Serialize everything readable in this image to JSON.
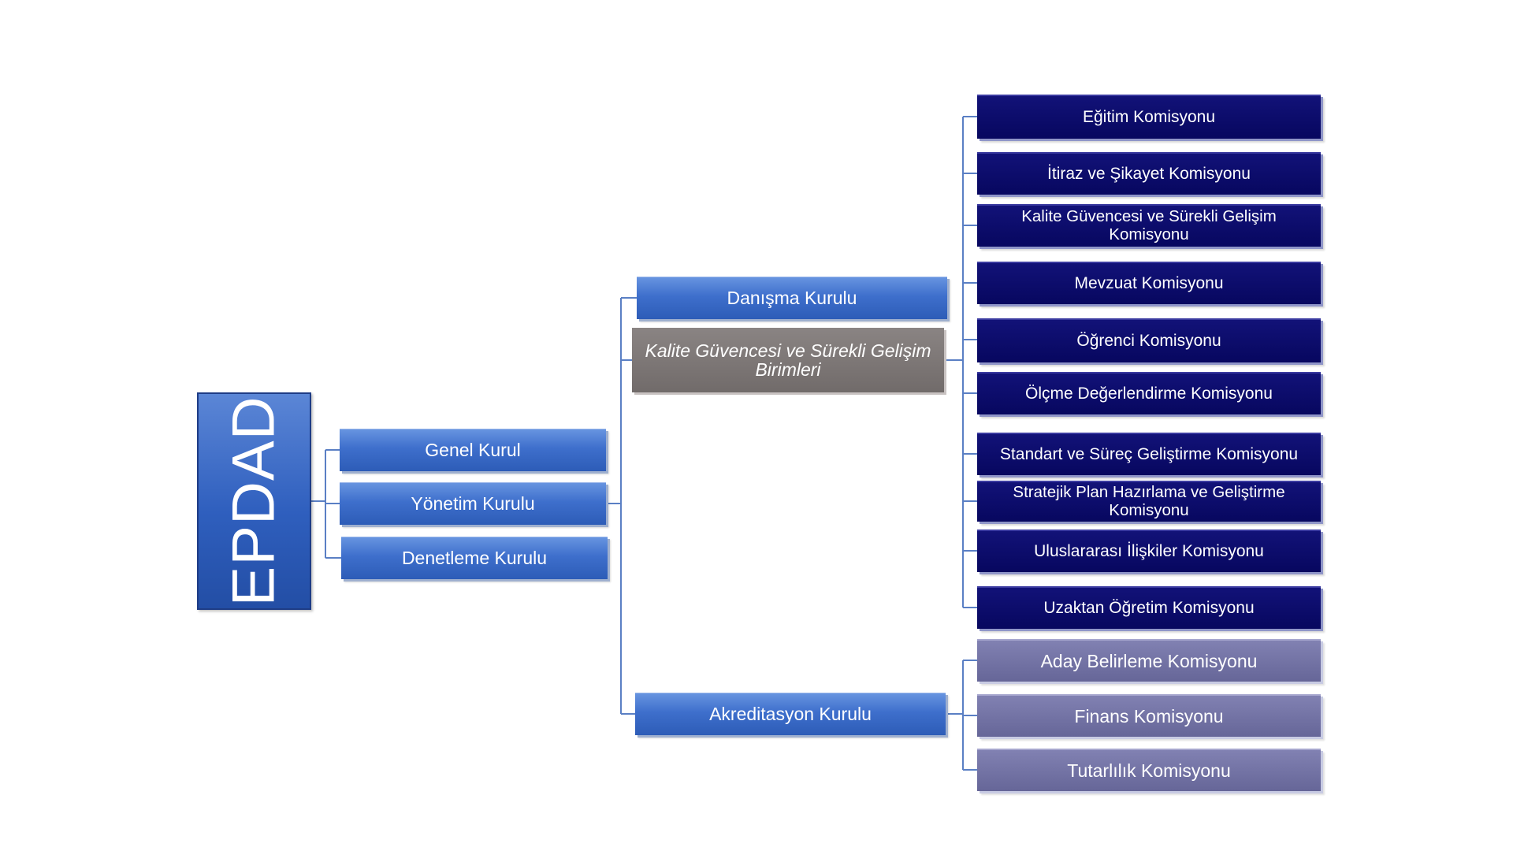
{
  "root": {
    "label": "EPDAD"
  },
  "level1": [
    {
      "label": "Genel Kurul"
    },
    {
      "label": "Yönetim Kurulu"
    },
    {
      "label": "Denetleme Kurulu"
    }
  ],
  "level2": {
    "danisma": "Danışma Kurulu",
    "kalite_birimleri": "Kalite Güvencesi ve Sürekli Gelişim Birimleri",
    "akreditasyon": "Akreditasyon Kurulu"
  },
  "commissions": [
    "Eğitim Komisyonu",
    "İtiraz ve Şikayet Komisyonu",
    "Kalite Güvencesi ve Sürekli Gelişim Komisyonu",
    "Mevzuat Komisyonu",
    "Öğrenci Komisyonu",
    "Ölçme Değerlendirme Komisyonu",
    "Standart ve Süreç Geliştirme Komisyonu",
    "Stratejik Plan Hazırlama ve Geliştirme Komisyonu",
    "Uluslararası İlişkiler Komisyonu",
    "Uzaktan Öğretim Komisyonu"
  ],
  "akreditasyon_commissions": [
    "Aday Belirleme Komisyonu",
    "Finans Komisyonu",
    "Tutarlılık Komisyonu"
  ],
  "colors": {
    "blue": "#3e6fcc",
    "grey": "#7a7473",
    "navy": "#0b0b68",
    "purple": "#7373a6",
    "connector": "#5a7fc4"
  }
}
